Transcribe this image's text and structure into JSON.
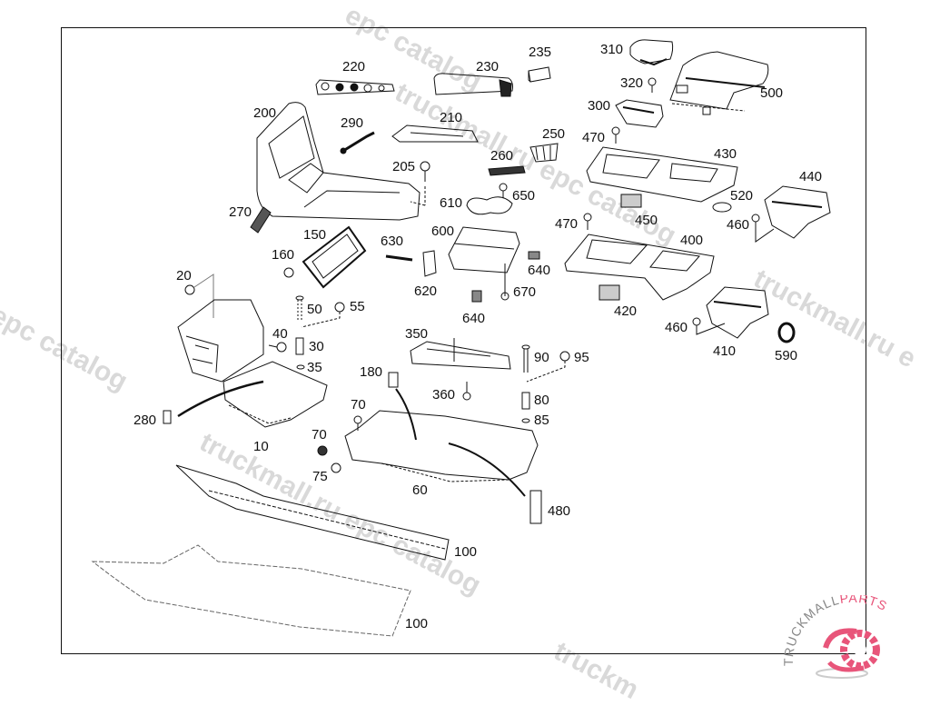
{
  "diagram": {
    "title": "Center console parts exploded view",
    "part_labels": [
      {
        "id": "220",
        "text": "220"
      },
      {
        "id": "230",
        "text": "230"
      },
      {
        "id": "235",
        "text": "235"
      },
      {
        "id": "310",
        "text": "310"
      },
      {
        "id": "320",
        "text": "320"
      },
      {
        "id": "500",
        "text": "500"
      },
      {
        "id": "200",
        "text": "200"
      },
      {
        "id": "290",
        "text": "290"
      },
      {
        "id": "210",
        "text": "210"
      },
      {
        "id": "300",
        "text": "300"
      },
      {
        "id": "250",
        "text": "250"
      },
      {
        "id": "470a",
        "text": "470"
      },
      {
        "id": "430",
        "text": "430"
      },
      {
        "id": "260",
        "text": "260"
      },
      {
        "id": "205",
        "text": "205"
      },
      {
        "id": "440",
        "text": "440"
      },
      {
        "id": "610",
        "text": "610"
      },
      {
        "id": "650",
        "text": "650"
      },
      {
        "id": "520",
        "text": "520"
      },
      {
        "id": "270",
        "text": "270"
      },
      {
        "id": "450",
        "text": "450"
      },
      {
        "id": "470b",
        "text": "470"
      },
      {
        "id": "460a",
        "text": "460"
      },
      {
        "id": "150",
        "text": "150"
      },
      {
        "id": "630",
        "text": "630"
      },
      {
        "id": "600",
        "text": "600"
      },
      {
        "id": "400",
        "text": "400"
      },
      {
        "id": "160",
        "text": "160"
      },
      {
        "id": "640a",
        "text": "640"
      },
      {
        "id": "20",
        "text": "20"
      },
      {
        "id": "620",
        "text": "620"
      },
      {
        "id": "670",
        "text": "670"
      },
      {
        "id": "50",
        "text": "50"
      },
      {
        "id": "55",
        "text": "55"
      },
      {
        "id": "420",
        "text": "420"
      },
      {
        "id": "640b",
        "text": "640"
      },
      {
        "id": "460b",
        "text": "460"
      },
      {
        "id": "40",
        "text": "40"
      },
      {
        "id": "350",
        "text": "350"
      },
      {
        "id": "30",
        "text": "30"
      },
      {
        "id": "410",
        "text": "410"
      },
      {
        "id": "590",
        "text": "590"
      },
      {
        "id": "90",
        "text": "90"
      },
      {
        "id": "95",
        "text": "95"
      },
      {
        "id": "35",
        "text": "35"
      },
      {
        "id": "180",
        "text": "180"
      },
      {
        "id": "360",
        "text": "360"
      },
      {
        "id": "80",
        "text": "80"
      },
      {
        "id": "70a",
        "text": "70"
      },
      {
        "id": "85",
        "text": "85"
      },
      {
        "id": "280",
        "text": "280"
      },
      {
        "id": "10",
        "text": "10"
      },
      {
        "id": "70b",
        "text": "70"
      },
      {
        "id": "75",
        "text": "75"
      },
      {
        "id": "60",
        "text": "60"
      },
      {
        "id": "480",
        "text": "480"
      },
      {
        "id": "100a",
        "text": "100"
      },
      {
        "id": "100b",
        "text": "100"
      }
    ]
  },
  "watermarks": [
    "truckmall.ru epc catalog",
    "truckmall.ru epc catalog",
    "epc catalog",
    "truckmall.ru epc catalog",
    "truckmall.ru e",
    "truckm"
  ],
  "logo": {
    "text_dark": "TRUCKMALL",
    "text_accent": "PARTS",
    "accent_color": "#e8557a"
  }
}
